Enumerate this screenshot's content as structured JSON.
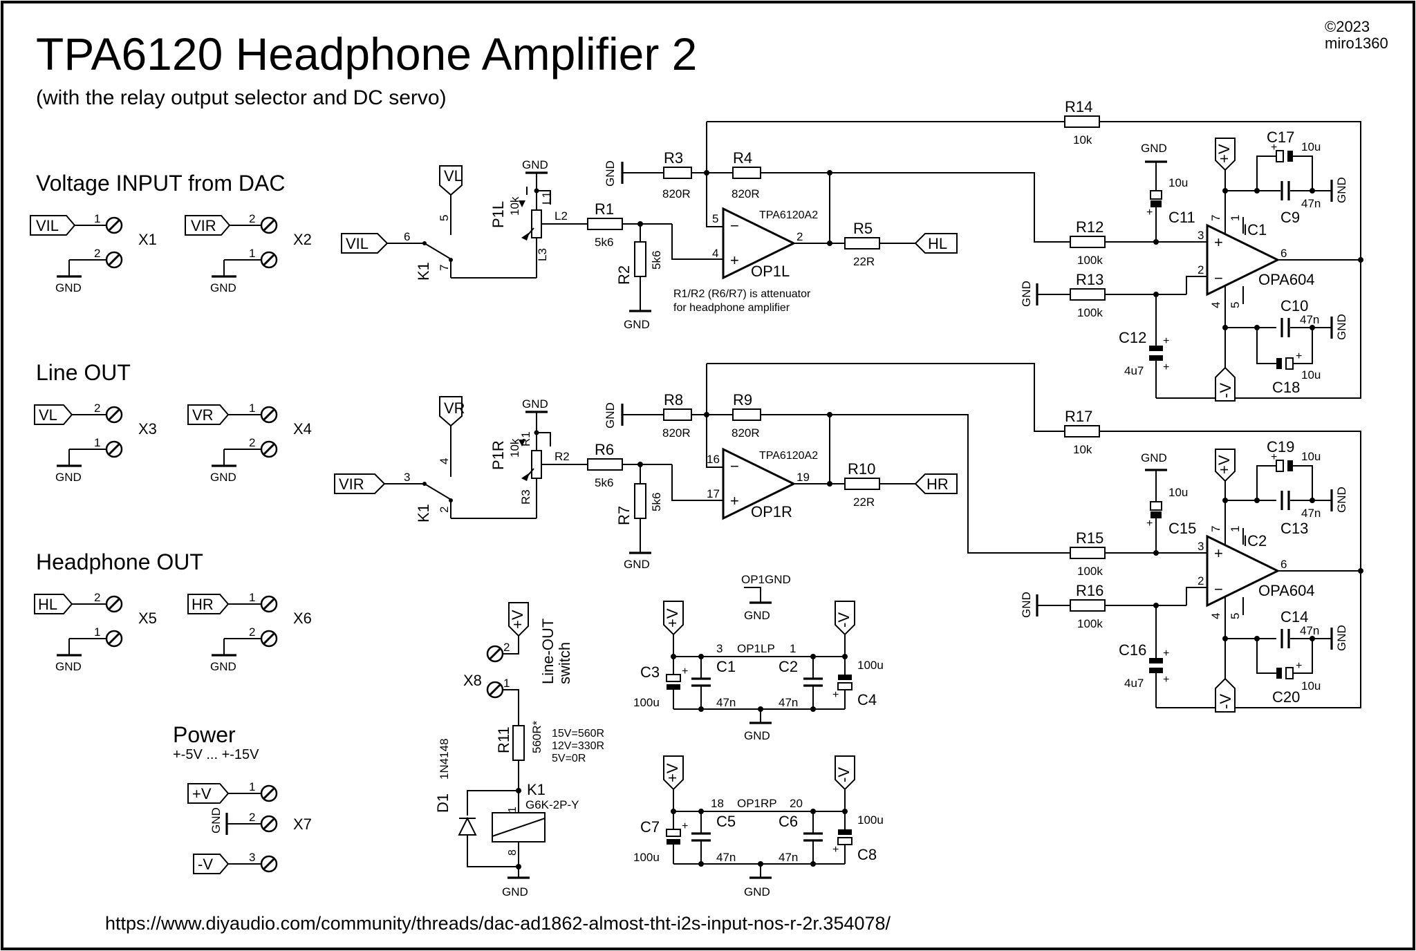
{
  "title": "TPA6120 Headphone Amplifier 2",
  "subtitle": "(with the relay output selector and DC servo)",
  "copyright": "©2023",
  "author": "miro1360",
  "footer_url": "https://www.diyaudio.com/community/threads/dac-ad1862-almost-tht-i2s-input-nos-r-2r.354078/",
  "sections": {
    "input": "Voltage INPUT from DAC",
    "line_out": "Line OUT",
    "headphone_out": "Headphone OUT",
    "power": "Power",
    "power_range": "+-5V ... +-15V"
  },
  "net_labels": {
    "vil": "VIL",
    "vir": "VIR",
    "vl": "VL",
    "vr": "VR",
    "hl": "HL",
    "hr": "HR",
    "vplus": "+V",
    "vminus": "-V",
    "gnd": "GND",
    "op1gnd": "OP1GND"
  },
  "connectors": {
    "x1": "X1",
    "x2": "X2",
    "x3": "X3",
    "x4": "X4",
    "x5": "X5",
    "x6": "X6",
    "x7": "X7",
    "x8": "X8"
  },
  "pins": {
    "p1": "1",
    "p2": "2",
    "p3": "3",
    "p4": "4",
    "p5": "5",
    "p6": "6",
    "p7": "7",
    "p8": "8",
    "p16": "16",
    "p17": "17",
    "p18": "18",
    "p19": "19",
    "p20": "20"
  },
  "pot_pins": {
    "l1": "L1",
    "l2": "L2",
    "l3": "L3",
    "r1": "R1",
    "r2": "R2",
    "r3": "R3"
  },
  "components": {
    "r1": {
      "ref": "R1",
      "value": "5k6"
    },
    "r2": {
      "ref": "R2",
      "value": "5k6"
    },
    "r3": {
      "ref": "R3",
      "value": "820R"
    },
    "r4": {
      "ref": "R4",
      "value": "820R"
    },
    "r5": {
      "ref": "R5",
      "value": "22R"
    },
    "r6": {
      "ref": "R6",
      "value": "5k6"
    },
    "r7": {
      "ref": "R7",
      "value": "5k6"
    },
    "r8": {
      "ref": "R8",
      "value": "820R"
    },
    "r9": {
      "ref": "R9",
      "value": "820R"
    },
    "r10": {
      "ref": "R10",
      "value": "22R"
    },
    "r11": {
      "ref": "R11",
      "value": "560R*"
    },
    "r12": {
      "ref": "R12",
      "value": "100k"
    },
    "r13": {
      "ref": "R13",
      "value": "100k"
    },
    "r14": {
      "ref": "R14",
      "value": "10k"
    },
    "r15": {
      "ref": "R15",
      "value": "100k"
    },
    "r16": {
      "ref": "R16",
      "value": "100k"
    },
    "r17": {
      "ref": "R17",
      "value": "10k"
    },
    "p1l": {
      "ref": "P1L",
      "value": "10k"
    },
    "p1r": {
      "ref": "P1R",
      "value": "10k"
    },
    "c1": {
      "ref": "C1",
      "value": "47n"
    },
    "c2": {
      "ref": "C2",
      "value": "47n"
    },
    "c3": {
      "ref": "C3",
      "value": "100u"
    },
    "c4": {
      "ref": "C4",
      "value": "100u"
    },
    "c5": {
      "ref": "C5",
      "value": "47n"
    },
    "c6": {
      "ref": "C6",
      "value": "47n"
    },
    "c7": {
      "ref": "C7",
      "value": "100u"
    },
    "c8": {
      "ref": "C8",
      "value": "100u"
    },
    "c9": {
      "ref": "C9",
      "value": "47n"
    },
    "c10": {
      "ref": "C10",
      "value": "47n"
    },
    "c11": {
      "ref": "C11",
      "value": "10u"
    },
    "c12": {
      "ref": "C12",
      "value": "4u7"
    },
    "c13": {
      "ref": "C13",
      "value": "47n"
    },
    "c14": {
      "ref": "C14",
      "value": "47n"
    },
    "c15": {
      "ref": "C15",
      "value": "10u"
    },
    "c16": {
      "ref": "C16",
      "value": "4u7"
    },
    "c17": {
      "ref": "C17",
      "value": "10u"
    },
    "c18": {
      "ref": "C18",
      "value": "10u"
    },
    "c19": {
      "ref": "C19",
      "value": "10u"
    },
    "c20": {
      "ref": "C20",
      "value": "10u"
    },
    "d1": {
      "ref": "D1",
      "value": "1N4148"
    },
    "k1": {
      "ref": "K1",
      "value": "G6K-2P-Y"
    },
    "op1l": {
      "ref": "OP1L",
      "value": "TPA6120A2"
    },
    "op1r": {
      "ref": "OP1R",
      "value": "TPA6120A2"
    },
    "ic1": {
      "ref": "IC1",
      "value": "OPA604"
    },
    "ic2": {
      "ref": "IC2",
      "value": "OPA604"
    }
  },
  "supply_pins": {
    "op1lp": "OP1LP",
    "op1rp": "OP1RP"
  },
  "notes": {
    "attenuator_line1": "R1/R2 (R6/R7) is attenuator",
    "attenuator_line2": "for headphone amplifier",
    "r11_option1": "15V=560R",
    "r11_option2": "12V=330R",
    "r11_option3": "5V=0R",
    "switch_line1": "Line-OUT",
    "switch_line2": "switch"
  }
}
